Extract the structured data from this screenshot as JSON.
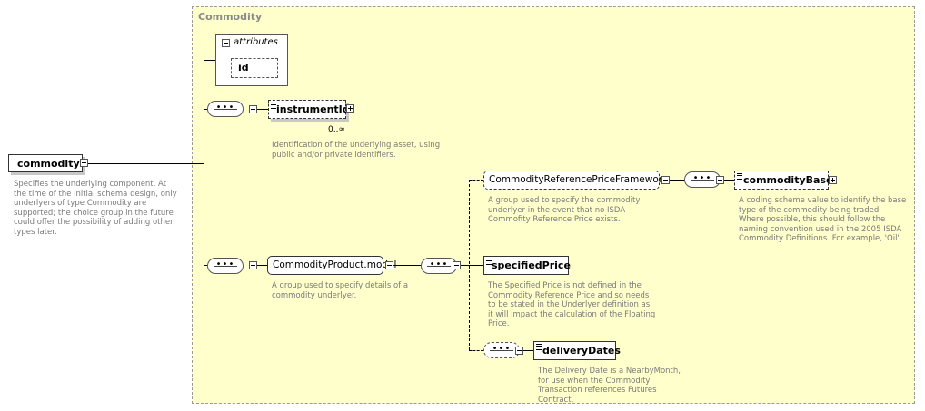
{
  "root": {
    "name": "commodity",
    "description": "Specifies the underlying component. At the time of the initial schema design, only underlyers of type Commodity are supported; the choice group in the future could offer the possibility of adding other types later."
  },
  "group": {
    "title": "Commodity"
  },
  "attributes": {
    "label": "attributes",
    "items": [
      "id"
    ]
  },
  "instrumentId": {
    "name": "instrumentId",
    "cardinality": "0..∞",
    "description": "Identification of the underlying asset, using public and/or private identifiers."
  },
  "commodityProductModel": {
    "name": "CommodityProduct.model",
    "description": "A group used to specify details of a commodity underlyer."
  },
  "referenceFramework": {
    "name": "CommodityReferencePriceFramewor...",
    "description": "A group used to specify the commodity underlyer in the event that no ISDA Commofity Reference Price exists."
  },
  "commodityBase": {
    "name": "commodityBase",
    "description": "A coding scheme value to identify the base type of the commodity being traded. Where possible, this should follow the naming convention used in the 2005 ISDA Commodity Definitions. For example, 'Oil'."
  },
  "specifiedPrice": {
    "name": "specifiedPrice",
    "description": "The Specified Price is not defined in the Commodity Reference Price and so needs to be stated in the Underlyer definition as it will impact the calculation of the Floating Price."
  },
  "deliveryDates": {
    "name": "deliveryDates",
    "description": "The Delivery Date is a NearbyMonth, for use when the Commodity Transaction references Futures Contract."
  },
  "colors": {
    "group_bg": "#ffffcc",
    "description_text": "#7a7a7a",
    "border": "#333333"
  }
}
